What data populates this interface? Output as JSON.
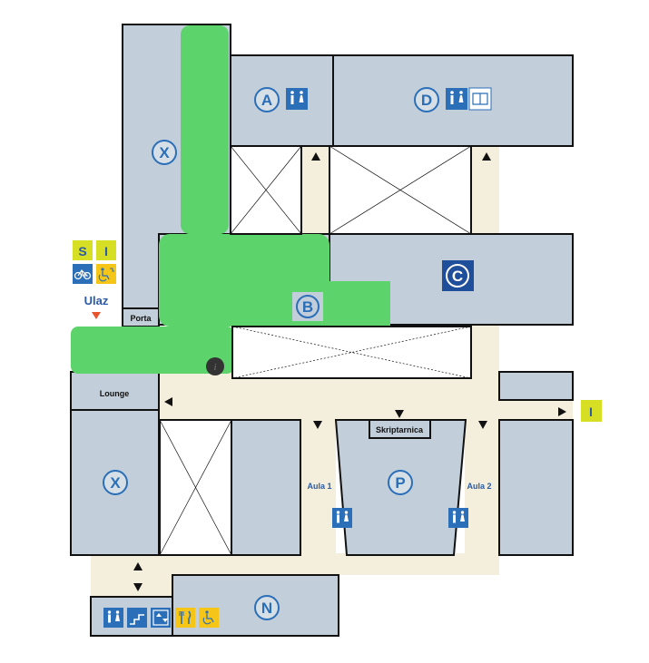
{
  "colors": {
    "room": "#c2ced9",
    "corridor": "#f4eedd",
    "wall": "#111111",
    "highlight": "#5dd36b",
    "accent_blue": "#2b6fb8",
    "accent_yellow": "#f5c518",
    "accent_lime": "#d6df23",
    "exit_marker": "#e8552d"
  },
  "zones": {
    "x_top": "X",
    "a": "A",
    "d": "D",
    "c": "C",
    "b": "B",
    "x_bottom": "X",
    "p": "P",
    "n": "N"
  },
  "labels": {
    "porta": "Porta",
    "lounge": "Lounge",
    "skriptarnica": "Skriptarnica",
    "aula1": "Aula 1",
    "aula2": "Aula 2",
    "ulaz": "Ulaz",
    "info_i": "I"
  },
  "legend": {
    "s": "S",
    "i": "I",
    "bike_icon": "bicycle-icon",
    "accessible_icon": "accessible-entrance-icon"
  },
  "icons": {
    "toilet": "toilet-icon",
    "book": "book-icon",
    "stairs": "stairs-icon",
    "elevator": "elevator-icon",
    "restaurant": "cutlery-icon",
    "wheelchair": "wheelchair-icon",
    "info": "info-icon"
  }
}
